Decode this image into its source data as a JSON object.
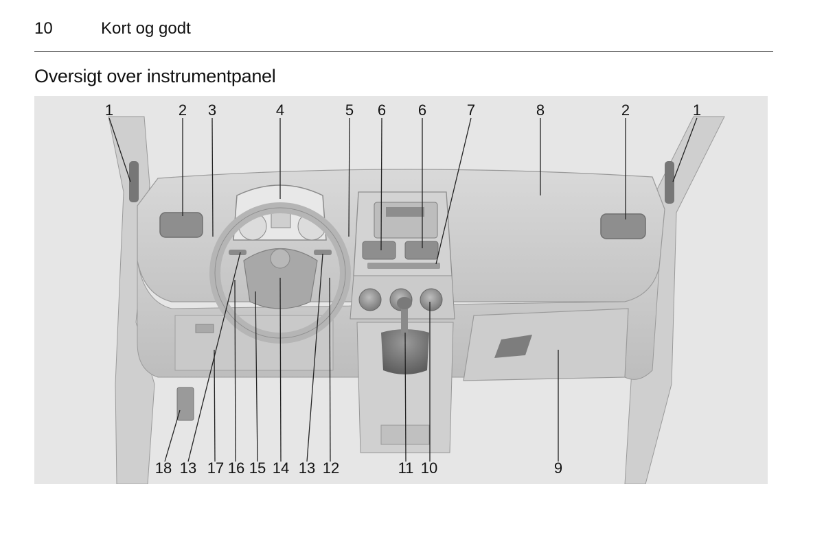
{
  "header": {
    "page_number": "10",
    "chapter_title": "Kort og godt"
  },
  "section": {
    "title": "Oversigt over instrumentpanel"
  },
  "figure": {
    "top_callouts": [
      "1",
      "2",
      "3",
      "4",
      "5",
      "6",
      "6",
      "7",
      "8",
      "2",
      "1"
    ],
    "bottom_callouts": [
      "18",
      "13",
      "17",
      "16",
      "15",
      "14",
      "13",
      "12",
      "11",
      "10",
      "9"
    ]
  }
}
